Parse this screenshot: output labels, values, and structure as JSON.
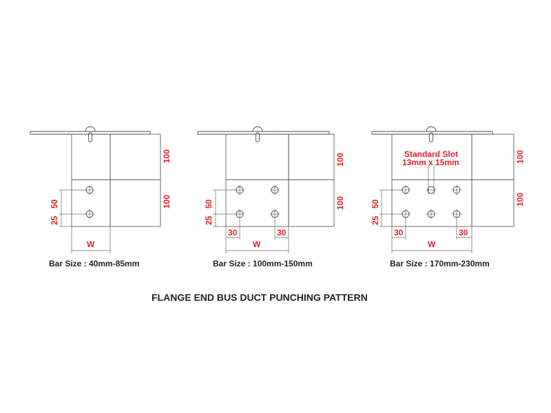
{
  "title": "FLANGE END BUS DUCT  PUNCHING  PATTERN",
  "colors": {
    "dimension": "#e0202a",
    "line": "#4a4a4a",
    "text": "#222222"
  },
  "drawings": [
    {
      "caption": "Bar Size : 40mm-85mm",
      "width_label": "W",
      "dim_100_top": "100",
      "dim_100_bottom": "100",
      "dim_50": "50",
      "dim_25": "25",
      "hole_columns": 1
    },
    {
      "caption": "Bar Size : 100mm-150mm",
      "width_label": "W",
      "dim_100_top": "100",
      "dim_100_bottom": "100",
      "dim_50": "50",
      "dim_25": "25",
      "dim_30_left": "30",
      "dim_30_right": "30",
      "hole_columns": 2
    },
    {
      "caption": "Bar Size : 170mm-230mm",
      "width_label": "W",
      "dim_100_top": "100",
      "dim_100_bottom": "100",
      "dim_50": "50",
      "dim_25": "25",
      "dim_30_left": "30",
      "dim_30_right": "30",
      "slot_label_1": "Standard Slot",
      "slot_label_2": "13mm x 15mm",
      "hole_columns": 3
    }
  ]
}
